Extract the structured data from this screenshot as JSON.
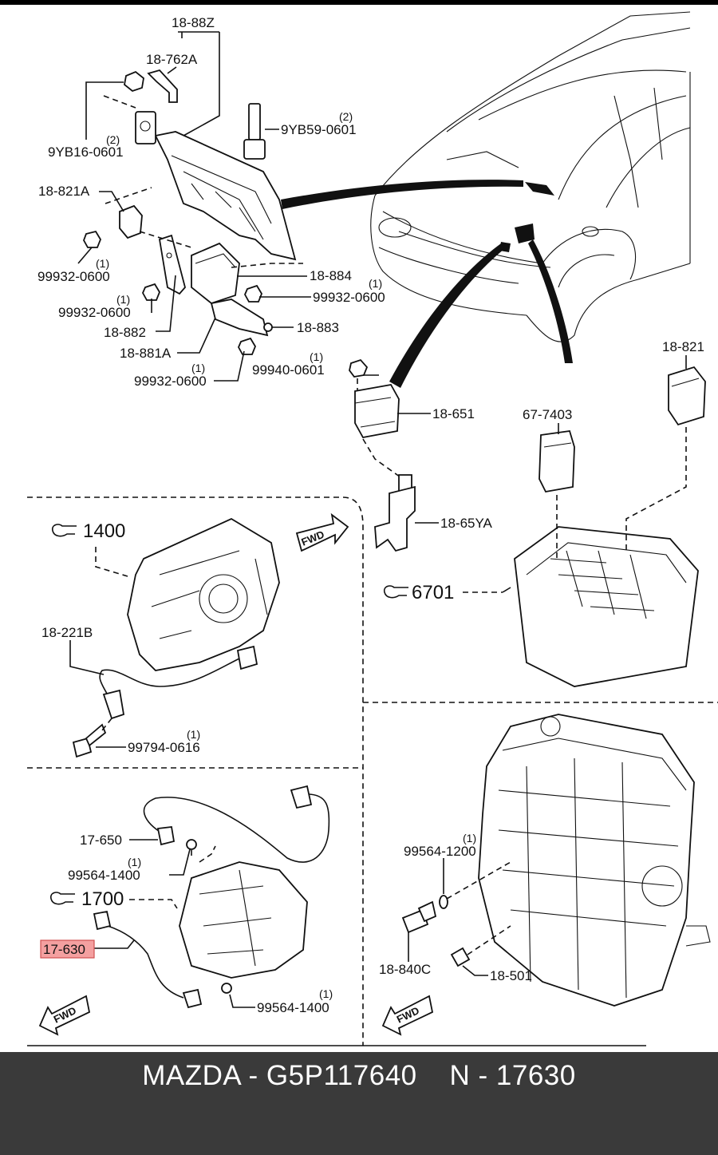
{
  "diagram": {
    "labels": {
      "p18_88z": "18-88Z",
      "p18_762a": "18-762A",
      "p9yb16": "9YB16-0601",
      "p9yb16_qty": "(2)",
      "p9yb59": "9YB59-0601",
      "p9yb59_qty": "(2)",
      "p18_821a": "18-821A",
      "p99932_a": "99932-0600",
      "p99932_a_qty": "(1)",
      "p18_884": "18-884",
      "p99932_b": "99932-0600",
      "p99932_b_qty": "(1)",
      "p99932_c": "99932-0600",
      "p99932_c_qty": "(1)",
      "p18_882": "18-882",
      "p18_883": "18-883",
      "p18_881a": "18-881A",
      "p99932_d": "99932-0600",
      "p99932_d_qty": "(1)",
      "p99940": "99940-0601",
      "p99940_qty": "(1)",
      "p18_651": "18-651",
      "p18_821": "18-821",
      "p67_7403": "67-7403",
      "p18_65ya": "18-65YA",
      "ref_6701": "6701",
      "ref_1400": "1400",
      "p18_221b": "18-221B",
      "p99794": "99794-0616",
      "p99794_qty": "(1)",
      "fwd_1": "FWD",
      "p17_650": "17-650",
      "p99564_a": "99564-1400",
      "p99564_a_qty": "(1)",
      "ref_1700": "1700",
      "p17_630": "17-630",
      "p99564_b": "99564-1400",
      "p99564_b_qty": "(1)",
      "fwd_2": "FWD",
      "p99564_c": "99564-1200",
      "p99564_c_qty": "(1)",
      "p18_840c": "18-840C",
      "p18_501": "18-501",
      "fwd_3": "FWD"
    },
    "highlight_color": "#f4a0a0"
  },
  "footer": {
    "title": "MAZDA - G5P117640    N - 17630"
  }
}
